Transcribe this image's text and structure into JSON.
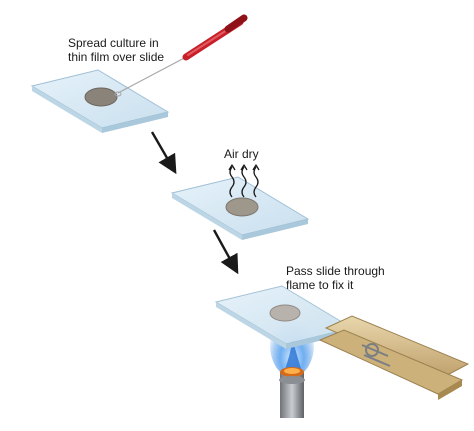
{
  "steps": [
    {
      "label_lines": [
        "Spread culture in",
        "thin film over slide"
      ]
    },
    {
      "label_lines": [
        "Air dry"
      ]
    },
    {
      "label_lines": [
        "Pass slide through",
        "flame to fix it"
      ]
    }
  ],
  "icons": [
    "inoculating-loop-icon",
    "heat-wave-icon",
    "bunsen-burner-icon",
    "clothespin-icon",
    "arrow-down-icon"
  ],
  "colors": {
    "slide": "#d6e8f3",
    "slide_edge": "#9fbfd4",
    "smear": "#8a8379",
    "loop_handle": "#c8202a",
    "flame": "#3b86e0",
    "clothespin": "#d8bf8e",
    "arrow": "#1a1a1a"
  }
}
